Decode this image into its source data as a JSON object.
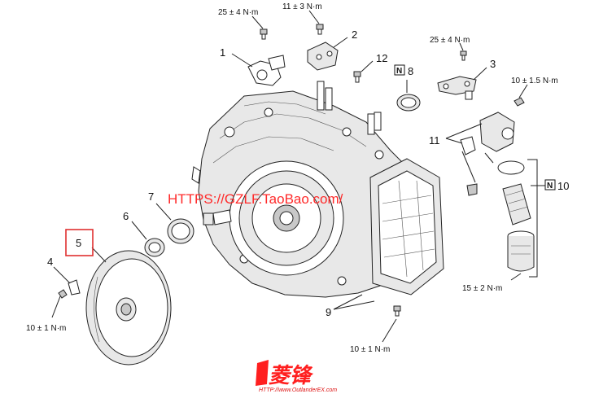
{
  "torque_specs": {
    "t1": "25 ± 4 N·m",
    "t2": "11 ± 3 N·m",
    "t3": "25 ± 4 N·m",
    "t4": "10 ± 1.5 N·m",
    "t5": "15 ± 2 N·m",
    "t6": "10 ± 1 N·m",
    "t7": "10 ± 1 N·m"
  },
  "part_numbers": {
    "p1": "1",
    "p2": "2",
    "p3": "3",
    "p4": "4",
    "p5": "5",
    "p6": "6",
    "p7": "7",
    "p8": "8",
    "p9": "9",
    "p10": "10",
    "p11": "11",
    "p12": "12"
  },
  "new_part_marker": "N",
  "watermark": "HTTPS://GZLF.TaoBao.com/",
  "logo": {
    "text": "菱锋",
    "url": "HTTP://www.OutlanderEX.com"
  },
  "colors": {
    "highlight_box": "#e03030",
    "watermark": "#ff2a2a",
    "logo": "#ff1f1f"
  }
}
